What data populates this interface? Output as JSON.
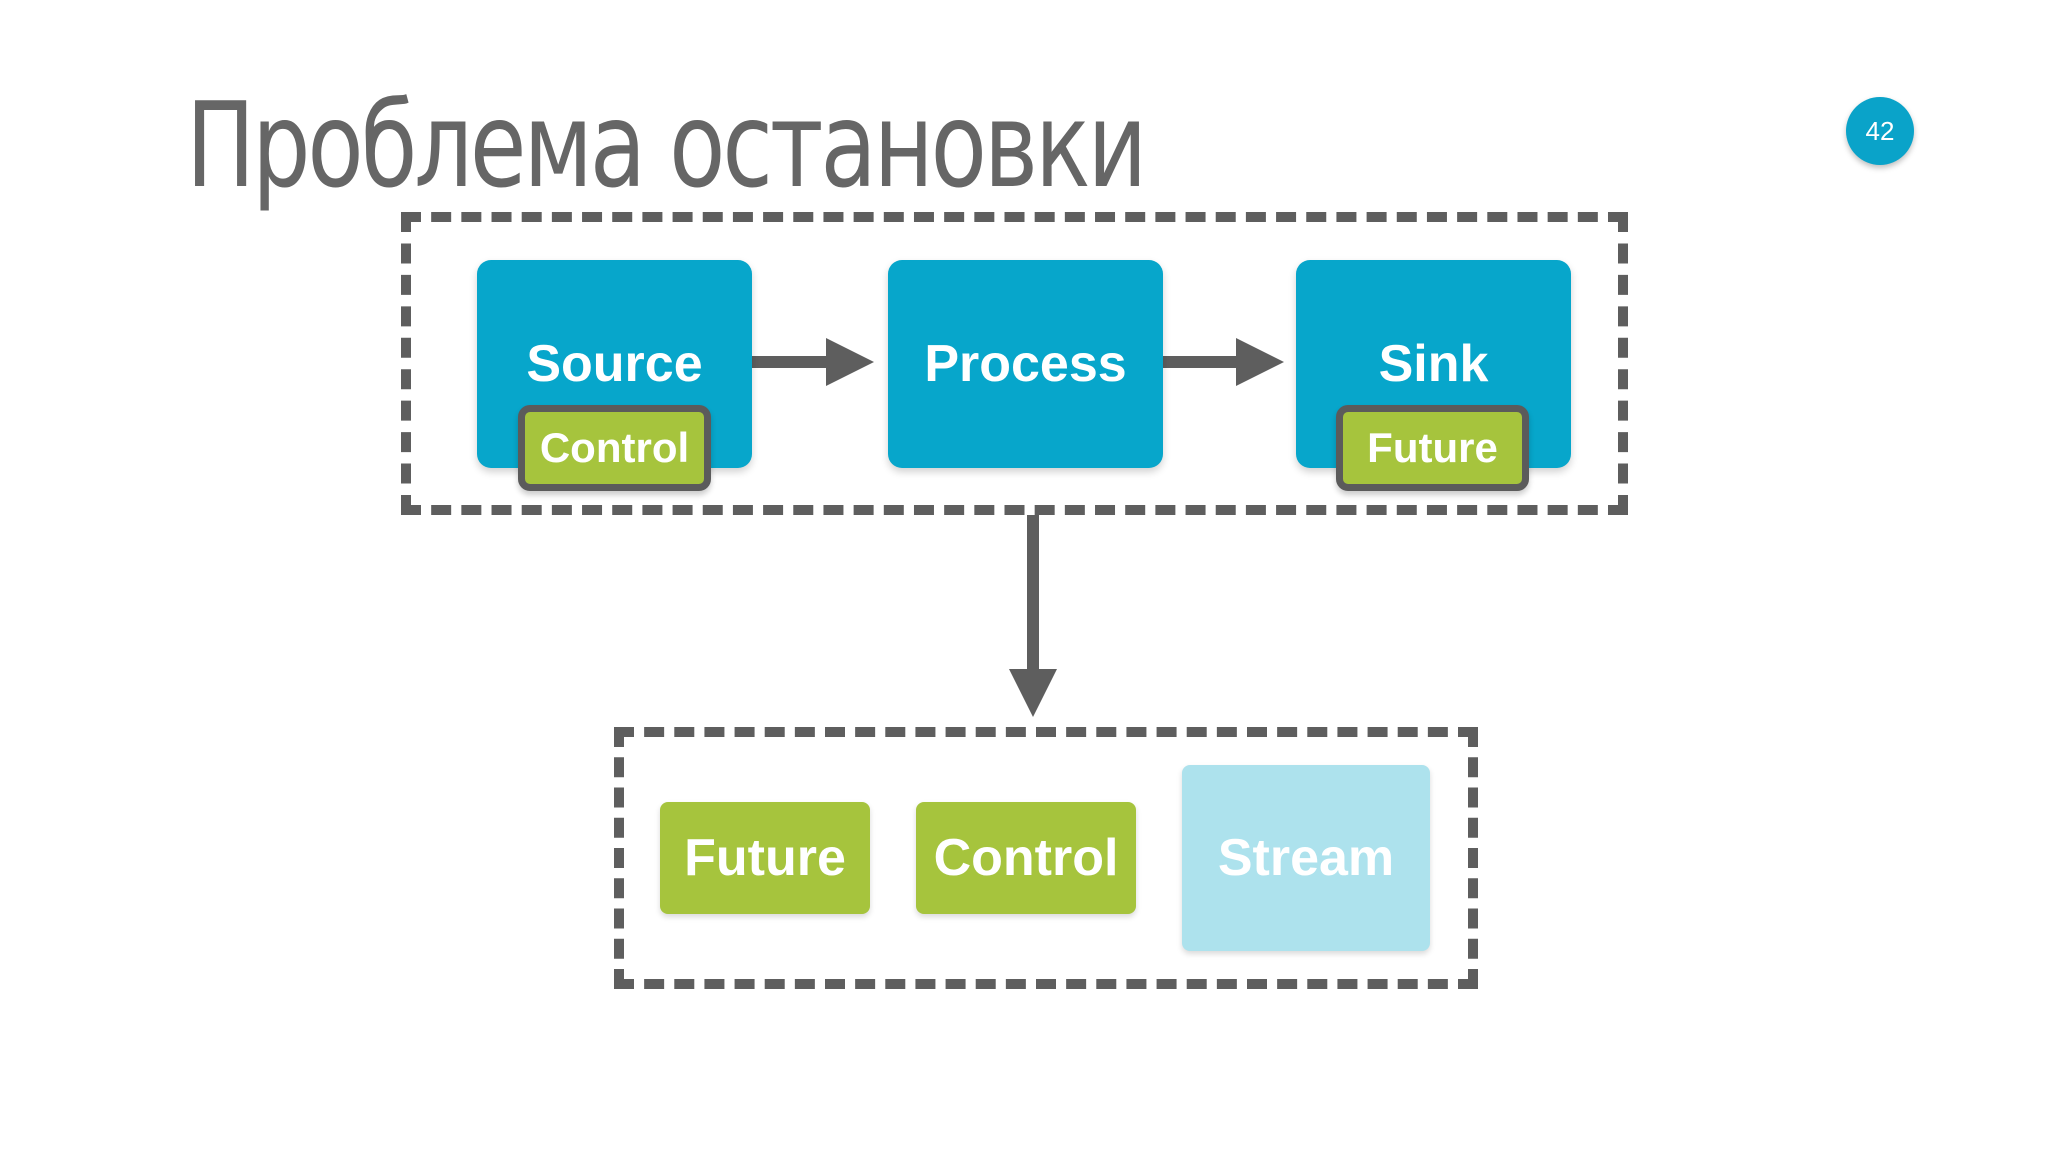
{
  "slide": {
    "title": "Проблема остановки",
    "page_number": "42"
  },
  "pipeline": {
    "source": {
      "label": "Source",
      "badge": "Control"
    },
    "process": {
      "label": "Process"
    },
    "sink": {
      "label": "Sink",
      "badge": "Future"
    }
  },
  "result": {
    "items": [
      {
        "label": "Future"
      },
      {
        "label": "Control"
      },
      {
        "label": "Stream"
      }
    ]
  },
  "colors": {
    "node": "#07a6cb",
    "badge": "#a6c43d",
    "stream_tile": "#ade2ed",
    "dashes": "#5e5e5e",
    "arrows": "#5e5e5e",
    "title_text": "#666666"
  }
}
